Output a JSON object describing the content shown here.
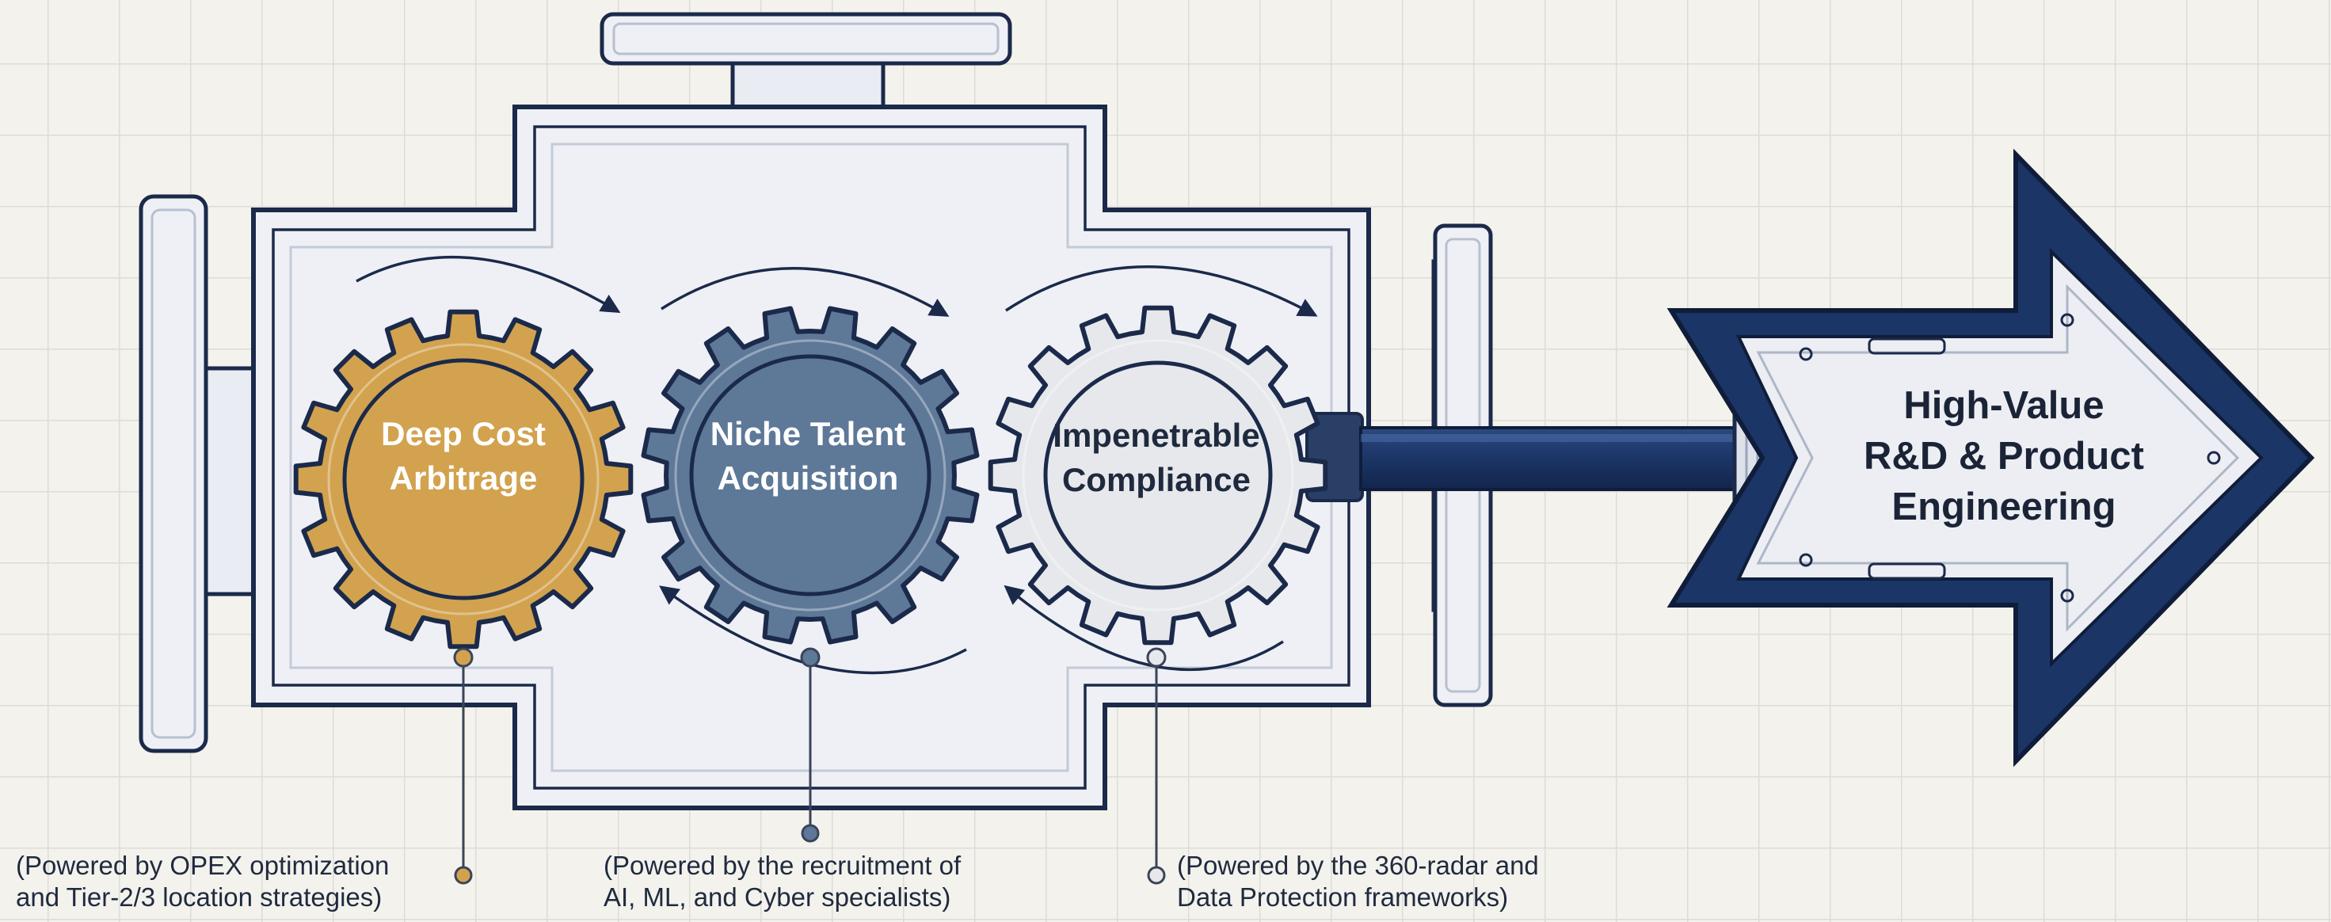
{
  "gears": [
    {
      "label": "Deep Cost\nArbitrage",
      "fill": "#d2a24f",
      "text_color": "#ffffff"
    },
    {
      "label": "Niche Talent\nAcquisition",
      "fill": "#5e7898",
      "text_color": "#ffffff"
    },
    {
      "label": "Impenetrable\nCompliance",
      "fill": "#e6e8ec",
      "text_color": "#1f2a3e"
    }
  ],
  "notes": [
    {
      "text": "(Powered by OPEX optimization\nand Tier-2/3 location strategies)",
      "dot_color": "#d2a24f"
    },
    {
      "text": "(Powered by the recruitment of\nAI, ML, and Cyber specialists)",
      "dot_color": "#5e7898"
    },
    {
      "text": "(Powered by the 360-radar and\nData Protection frameworks)",
      "dot_color": "#e6e8ec"
    }
  ],
  "output": {
    "label": "High-Value\nR&D & Product\nEngineering"
  },
  "colors": {
    "outline": "#1b2a4a",
    "housing": "#eef0f5",
    "navy": "#1b3566"
  }
}
